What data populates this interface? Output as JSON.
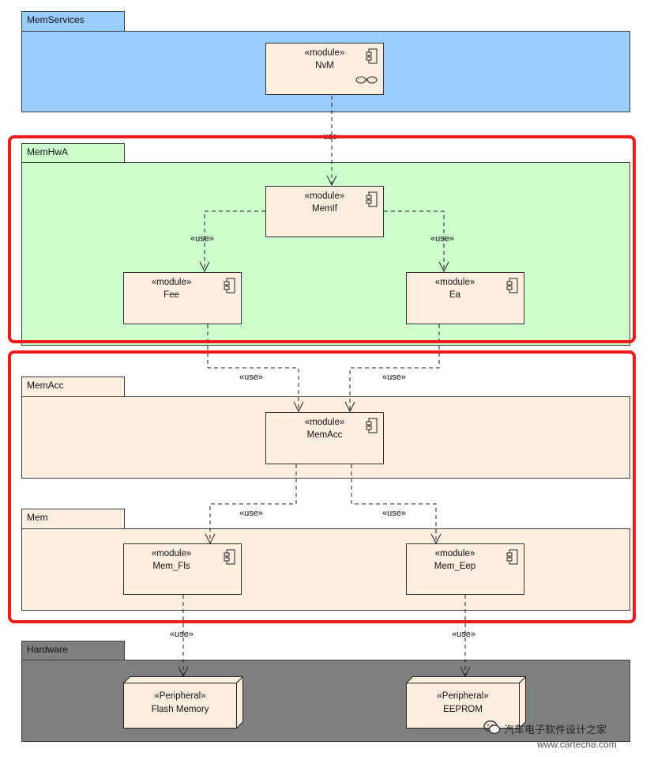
{
  "packages": {
    "memservices": "MemServices",
    "memhwa": "MemHwA",
    "memacc": "MemAcc",
    "mem": "Mem",
    "hardware": "Hardware"
  },
  "stereotypes": {
    "module": "«module»",
    "peripheral": "«Peripheral»",
    "use": "«use»"
  },
  "modules": {
    "nvm": "NvM",
    "memif": "MemIf",
    "fee": "Fee",
    "ea": "Ea",
    "memacc": "MemAcc",
    "mem_fls": "Mem_Fls",
    "mem_eep": "Mem_Eep"
  },
  "peripherals": {
    "flash": "Flash Memory",
    "eeprom": "EEPROM"
  },
  "watermark": {
    "line1": "汽车电子软件设计之家",
    "line2": "www.cartech8.com"
  },
  "colors": {
    "memservices": "#99ccff",
    "memhwa": "#ccffcc",
    "memacc": "#fcefe0",
    "hardware": "#808080",
    "highlight": "#ee1c1c"
  }
}
